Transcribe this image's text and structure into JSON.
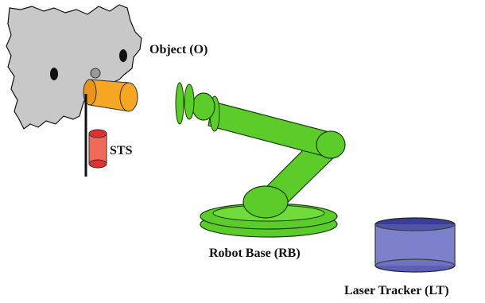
{
  "labels": {
    "object": "Object (O)",
    "sts": "STS",
    "robot_base": "Robot Base (RB)",
    "laser_tracker": "Laser Tracker (LT)"
  },
  "colors": {
    "object_fill": "#c8c8c8",
    "robot_green": "#5ccc2a",
    "tool_orange": "#f5a623",
    "sts_red": "#f06a5a",
    "tracker_blue": "#5b5fb8",
    "outline": "#111111"
  }
}
